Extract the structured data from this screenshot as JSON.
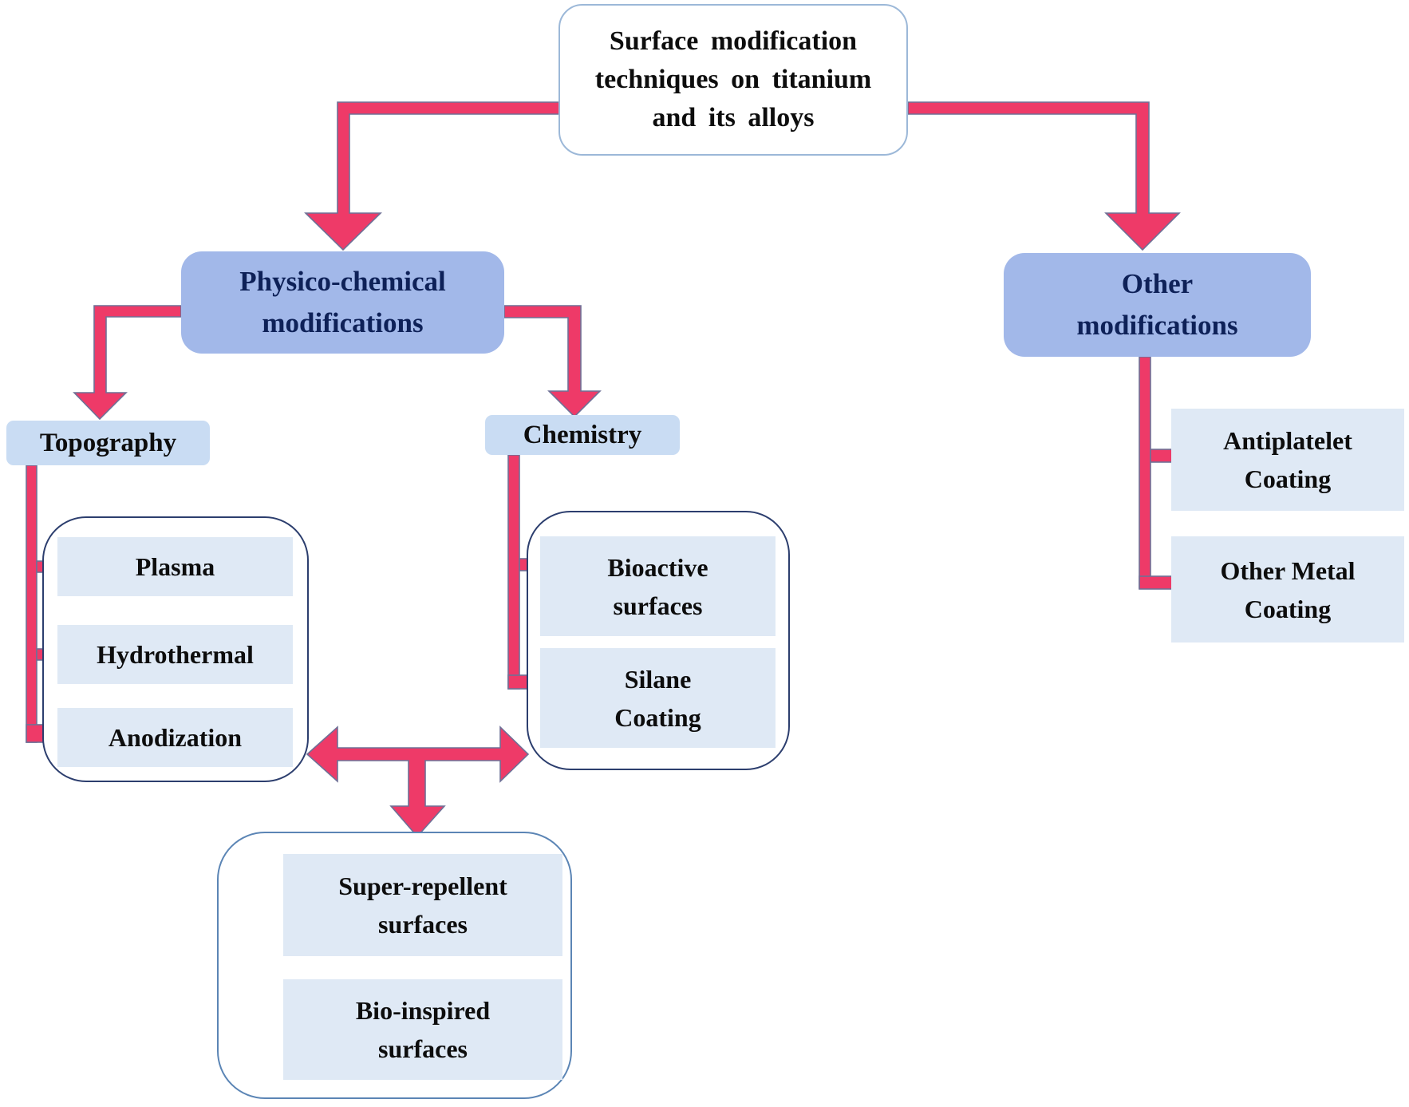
{
  "title": "Surface modification\ntechniques on titanium\nand its alloys",
  "level1": {
    "physico_chemical": "Physico-chemical\nmodifications",
    "other": "Other\nmodifications"
  },
  "level2": {
    "topography": "Topography",
    "chemistry": "Chemistry"
  },
  "topography_methods": [
    "Plasma",
    "Hydrothermal",
    "Anodization"
  ],
  "chemistry_methods": [
    "Bioactive\nsurfaces",
    "Silane\nCoating"
  ],
  "shared_surfaces": [
    "Super-repellent\nsurfaces",
    "Bio-inspired\nsurfaces"
  ],
  "other_methods": [
    "Antiplatelet\nCoating",
    "Other Metal\nCoating"
  ],
  "colors": {
    "arrow": "#ee3a68",
    "arrow_edge": "#6f7096",
    "node_fill": "#a2b8e9",
    "node_text": "#0e2158",
    "subnode_fill": "#c9dcf3",
    "item_fill": "#dfe9f5",
    "container_border": "#2c3e6e",
    "container_border_light": "#5b85b5",
    "top_box_border": "#9cb8d8",
    "text": "#0d0d0d"
  }
}
